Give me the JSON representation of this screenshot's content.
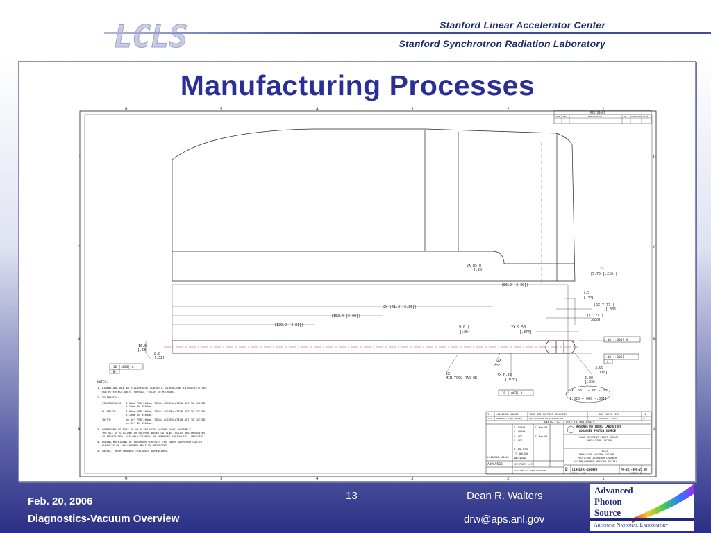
{
  "header": {
    "logo_text": "LCLS",
    "center_name": "Stanford Linear Accelerator Center",
    "lab_name": "Stanford Synchrotron Radiation Laboratory"
  },
  "slide": {
    "title": "Manufacturing  Processes"
  },
  "footer": {
    "date": "Feb. 20, 2006",
    "talk": "Diagnostics-Vacuum Overview",
    "page_number": "13",
    "author": "Dean R. Walters",
    "email": "drw@aps.anl.gov",
    "aps_logo": {
      "line1": "Advanced",
      "line2": "Photon",
      "line3": "Source",
      "line4": "Argonne National Laboratory"
    }
  },
  "drawing": {
    "zone_numbers": [
      "6",
      "5",
      "4",
      "3",
      "2",
      "1"
    ],
    "zone_letters": [
      "D",
      "C",
      "B",
      "A"
    ],
    "revisions_title": "REVISIONS",
    "revision_headers": [
      "ZONE",
      "REV",
      "DESCRIPTION",
      "BY",
      "APPROVED",
      "DATE"
    ],
    "dimensions": {
      "r50": "2X R5.0",
      "r50_in": "[.20]",
      "top_2x": "2X",
      "d575": "(5.75 [.226])",
      "d862": "(86.2 [3.39])",
      "d75": "7.5",
      "d75_in": "[.30]",
      "d777": "(2X 7.77  )",
      "d777_in": "[.306]",
      "d1727": "(17.27 )",
      "d1727_in": "[.680]",
      "d1524": "(152.4 [6.00])",
      "d612": "2X (61.2 [2.35])",
      "d1222": "(122.2 [4.81])",
      "d90": "(9.0  )",
      "d90_in": "[.35]",
      "d950": "2X 9.50",
      "d950_in": "[.374]",
      "d160": "(16.0",
      "d160_in": "[.63]",
      "d80": "8.0",
      "d80_in": "[.32]",
      "tol_a": ".10 [.003] A",
      "tol_flat": ".10 [.003]",
      "datum_a": "-A-",
      "datum_b": "-B-",
      "tol_left": ".10 [.003] A",
      "d300": "3.00",
      "d300_in": "[.118]",
      "d600": "6.00",
      "d600_in": "[.236]",
      "two_x_a": "2X",
      "d35deg": "35°",
      "r050": "4X R.50",
      "r050_in": "[.020]",
      "min_tool": "2X",
      "min_tool_text": "MIN TOOL RAD OK",
      "d58": "2X .58",
      "d58_tol": "+.00 -.05",
      "d58_in": "[.020  +.000 -.001]",
      "tol_bottom": ".10 [.003] A"
    },
    "notes_title": "NOTES:",
    "notes": [
      "1. DIMENSIONS ARE IN MILLIMETERS [INCHES]. DIMENSIONS IN BRACKETS ARE",
      "   FOR REFERENCE ONLY. SURFACE FINISH IN MICRONS.",
      "2. TOLERANCES:",
      "   STRAIGHTNESS:  0.05mm PER 200mm, TOTAL ACCUMULATION NOT TO EXCEED",
      "                  0.10mm IN 3500mm.",
      "   FLATNESS:      0.05mm PER 200mm, TOTAL ACCUMULATION NOT TO EXCEED",
      "                  0.10mm IN 3500mm.",
      "   TWIST:         ±0.10° PER 200mm, TOTAL ACCUMULATION NOT TO EXCEED",
      "                  ±0.30° IN 3500mm.",
      "3. COMPONENT IS PART OF AN ULTRA HIGH VACUUM (UHV) ASSEMBLY.",
      "   THE USE OF SILICONE OR SULPHUR BASED CUTTING FLUIDS AND ABRASIVES",
      "   IS PROHIBITED. USE ONLY TRIMSOL OR APPROVED EQUIVALENT LUBRICANT.",
      "4. DURING MACHINING OF EXTERIOR SURFACES THE INNER ALUMINUM COATED",
      "   SURFACES OF THE CHAMBER MUST BE PROTECTED.",
      "5. INSPECT BOTH CHAMBER THICKNESS DIMENSIONS."
    ],
    "parts_list": {
      "row1": [
        "1",
        "L1440203-100500",
        "TUBE AND SUPPORT WELDMENT",
        "SEE PARTS LIST",
        "1"
      ],
      "headers": [
        "ITEM",
        "DRAWING / PART NUMBER",
        "NOMENCLATURE OR DESCRIPTION",
        "MATERIAL / SPEC",
        "QTY"
      ],
      "title": "PARTS LIST / BILL OF MATERIALS"
    },
    "title_block": {
      "org1": "ARGONNE NATIONAL LABORATORY",
      "org2": "ADVANCED PHOTON SOURCE",
      "org3": "LINAC COHERENT LIGHT SOURCE",
      "org4": "UNDULATOR SYSTEM",
      "desc1": "LCLS",
      "desc2": "UNDULATOR VACUUM SYSTEM",
      "desc3": "PROTOTYPE ALUMINUM CHAMBER",
      "desc4": "VACUUM CHAMBER MACHINE DETAIL",
      "size": "D",
      "dwg_no": "L1440203-100400",
      "ph_no": "PH-381-005-23",
      "rev": "OO",
      "sheet": "SHEET 1 OF 2",
      "scale": "SCALE 1.000",
      "names": [
        "S. DORAN",
        "S. DORAN",
        "S. LEE",
        "S. LEE",
        "D. WALTERS",
        "T. WILSON"
      ],
      "dates": [
        "07-Mar-05",
        "07-Mar-05"
      ],
      "released": "RELEASED",
      "drawing_id": "A3969500",
      "see_list": "SEE PARTS LIST",
      "footer_note": "LCLS UND VAC CHBR MACH DET",
      "next_assy": "L1440203-100400"
    }
  }
}
